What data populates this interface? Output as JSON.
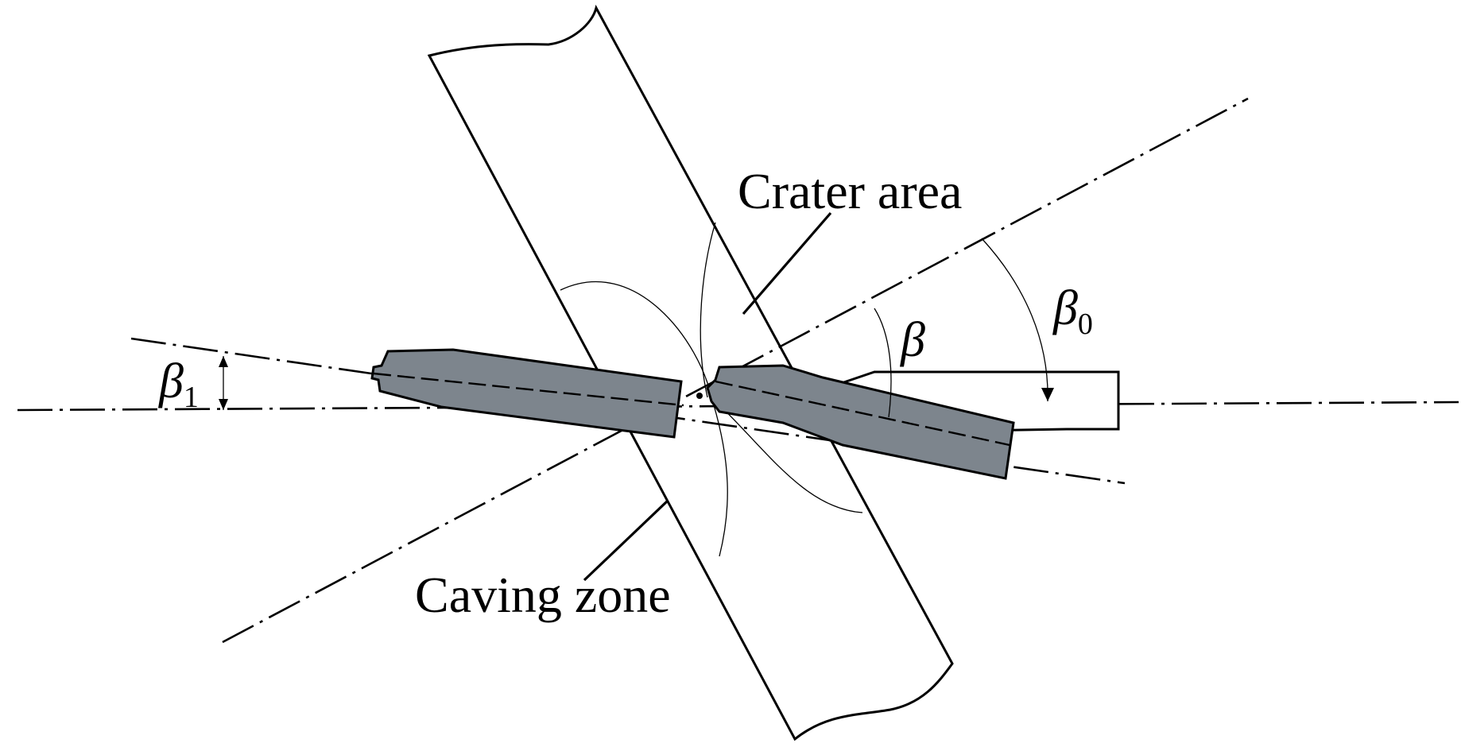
{
  "labels": {
    "crater_area": "Crater area",
    "caving_zone": "Caving zone"
  },
  "angles": {
    "beta": "β",
    "beta0_symbol": "β",
    "beta0_subscript": "0",
    "beta1_symbol": "β",
    "beta1_subscript": "1"
  },
  "colors": {
    "electrode_fill": "#7d858d",
    "line": "#000000",
    "background": "#ffffff"
  }
}
